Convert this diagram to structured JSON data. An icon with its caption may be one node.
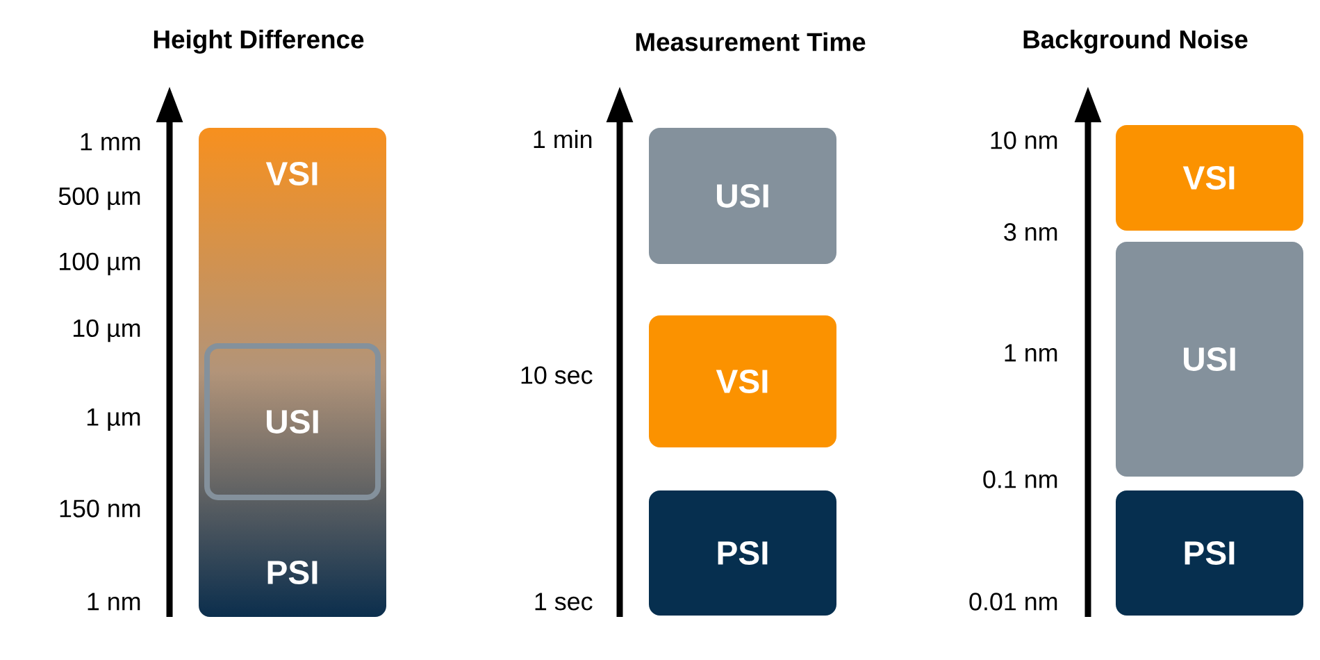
{
  "diagram": {
    "nodes": [
      {
        "text": [
          "VSI",
          "PSI"
        ]
      },
      {
        "text": [
          "USI"
        ]
      },
      {
        "text": [
          "USI"
        ]
      },
      {
        "text": [
          "VSI"
        ]
      },
      {
        "text": [
          "PSI"
        ]
      },
      {
        "text": [
          "VSI"
        ]
      },
      {
        "text": [
          "USI"
        ]
      },
      {
        "text": [
          "PSI"
        ]
      }
    ],
    "labels": [
      "Height Difference",
      "1 mm",
      "500 µm",
      "100 µm",
      "10 µm",
      "1 µm",
      "150 nm",
      "1 nm",
      "Measurement Time",
      "1 min",
      "10 sec",
      "1 sec",
      "Background Noise",
      "10 nm",
      "3 nm",
      "1 nm",
      "0.1 nm",
      "0.01 nm"
    ]
  }
}
